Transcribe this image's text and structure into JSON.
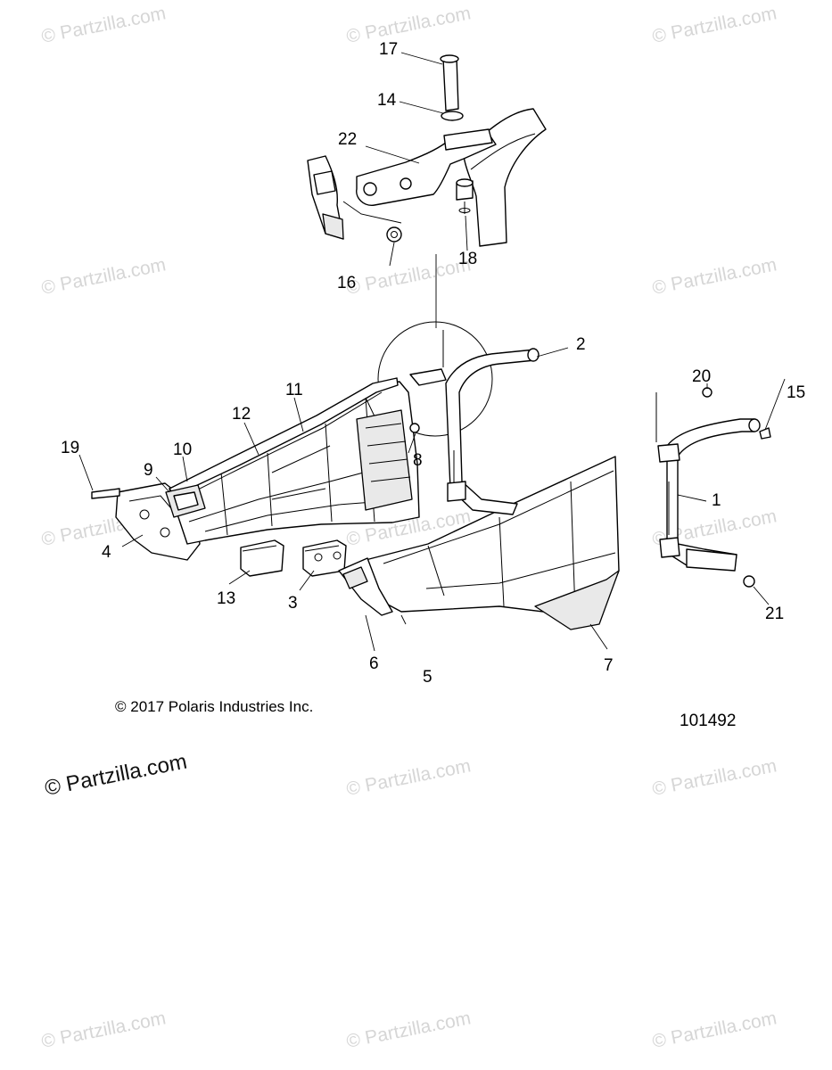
{
  "copyright": "© 2017 Polaris Industries Inc.",
  "figure_number": "101492",
  "watermark_text": "© Partzilla.com",
  "watermark_large_text": "© Partzilla.com",
  "colors": {
    "ink": "#000000",
    "watermark": "#d6d6d6",
    "fill_grey": "#e9e9e9"
  },
  "callouts": {
    "c1": "1",
    "c2": "2",
    "c3": "3",
    "c4": "4",
    "c5": "5",
    "c6": "6",
    "c7": "7",
    "c8": "8",
    "c9": "9",
    "c10": "10",
    "c11": "11",
    "c12": "12",
    "c13": "13",
    "c14": "14",
    "c15": "15",
    "c16": "16",
    "c17": "17",
    "c18": "18",
    "c19": "19",
    "c20": "20",
    "c21": "21",
    "c22": "22"
  }
}
